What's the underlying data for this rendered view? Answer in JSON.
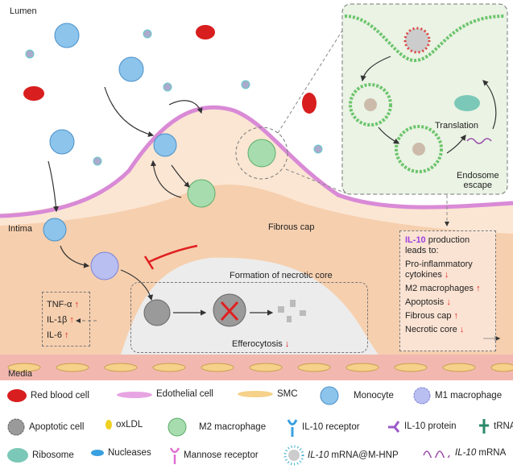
{
  "labels": {
    "lumen": "Lumen",
    "intima": "Intima",
    "media": "Media",
    "fibrous_cap": "Fibrous cap",
    "necrotic_core": "Formation of necrotic core",
    "efferocytosis": "Efferocytosis",
    "translation": "Translation",
    "endosome_escape_1": "Endosome",
    "endosome_escape_2": "escape"
  },
  "cytokines": [
    {
      "name": "TNF-α",
      "arrow": "↑"
    },
    {
      "name": "IL-1β",
      "arrow": "↑"
    },
    {
      "name": "IL-6",
      "arrow": "↑"
    }
  ],
  "efferocytosis_arrow": "↓",
  "outcome": {
    "title_highlight": "IL-10",
    "title_rest": " production",
    "title_line2": "leads to:",
    "items": [
      {
        "label": "Pro-inflammatory cytokines",
        "arrow": "↓"
      },
      {
        "label": "M2 macrophages",
        "arrow": "↑"
      },
      {
        "label": "Apoptosis",
        "arrow": "↓"
      },
      {
        "label": "Fibrous cap",
        "arrow": "↑"
      },
      {
        "label": "Necrotic core",
        "arrow": "↓"
      }
    ]
  },
  "legend": [
    {
      "icon": "red-blood-cell",
      "label": "Red blood cell"
    },
    {
      "icon": "endothelial-cell",
      "label": "Edothelial cell"
    },
    {
      "icon": "smc",
      "label": "SMC"
    },
    {
      "icon": "monocyte",
      "label": "Monocyte"
    },
    {
      "icon": "m1-macrophage",
      "label": "M1 macrophage"
    },
    {
      "icon": "apoptotic-cell",
      "label": "Apoptotic cell"
    },
    {
      "icon": "oxldl",
      "label": "oxLDL"
    },
    {
      "icon": "m2-macrophage",
      "label": "M2 macrophage"
    },
    {
      "icon": "il10-receptor",
      "label": "IL-10 receptor"
    },
    {
      "icon": "il10-protein",
      "label": "IL-10 protein"
    },
    {
      "icon": "trna",
      "label": "tRNA"
    },
    {
      "icon": "ribosome",
      "label": "Ribosome"
    },
    {
      "icon": "nucleases",
      "label": "Nucleases"
    },
    {
      "icon": "mannose-receptor",
      "label": "Mannose receptor"
    },
    {
      "icon": "nanoparticle",
      "label_italic": "IL-10",
      "label": " mRNA@M-HNP"
    },
    {
      "icon": "mrna",
      "label_italic": "IL-10",
      "label": " mRNA"
    }
  ],
  "colors": {
    "highlight": "#a040e0",
    "up": "#e02020",
    "intima": "#f7d9bf",
    "media": "#f2b8b0",
    "inset": "#eaf3e4"
  }
}
